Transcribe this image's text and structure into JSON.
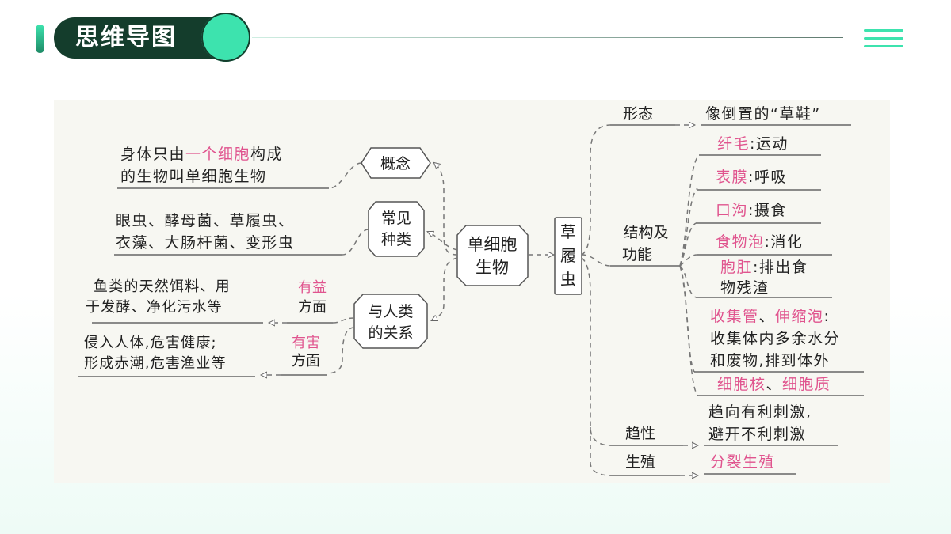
{
  "header": {
    "title": "思维导图"
  },
  "diagram": {
    "center": [
      "单细胞",
      "生物"
    ],
    "left": {
      "concept": {
        "label": "概念",
        "desc": [
          [
            {
              "t": "身体只由"
            },
            {
              "t": "一个细胞",
              "c": "pink"
            },
            {
              "t": "构成"
            }
          ],
          [
            {
              "t": "的生物叫单细胞生物"
            }
          ]
        ]
      },
      "types": {
        "label": [
          "常见",
          "种类"
        ],
        "desc": [
          [
            {
              "t": "眼虫、酵母菌、草履虫、"
            }
          ],
          [
            {
              "t": "衣藻、大肠杆菌、变形虫"
            }
          ]
        ]
      },
      "relation": {
        "label": [
          "与人类",
          "的关系"
        ],
        "good": {
          "label": [
            "有益",
            "方面"
          ],
          "desc": [
            "鱼类的天然饵料、用",
            "于发酵、净化污水等"
          ]
        },
        "bad": {
          "label": [
            "有害",
            "方面"
          ],
          "desc": [
            "侵入人体,危害健康;",
            "形成赤潮,危害渔业等"
          ]
        }
      }
    },
    "right": {
      "node": [
        "草",
        "履",
        "虫"
      ],
      "shape": {
        "label": "形态",
        "desc": "像倒置的“草鞋”"
      },
      "structure": {
        "label": [
          "结构及",
          "功能"
        ],
        "items": [
          [
            {
              "t": "纤毛",
              "c": "pink"
            },
            {
              "t": ":运动"
            }
          ],
          [
            {
              "t": "表膜",
              "c": "pink"
            },
            {
              "t": ":呼吸"
            }
          ],
          [
            {
              "t": "口沟",
              "c": "pink"
            },
            {
              "t": ":摄食"
            }
          ],
          [
            {
              "t": "食物泡",
              "c": "pink"
            },
            {
              "t": ":消化"
            }
          ],
          [
            {
              "t": "胞肛",
              "c": "pink"
            },
            {
              "t": ":排出食"
            }
          ],
          [
            {
              "t": "物残渣"
            }
          ],
          [
            {
              "t": "收集管",
              "c": "pink"
            },
            {
              "t": "、"
            },
            {
              "t": "伸缩泡",
              "c": "pink"
            },
            {
              "t": ":"
            }
          ],
          [
            {
              "t": "收集体内多余水分"
            }
          ],
          [
            {
              "t": "和废物,排到体外"
            }
          ],
          [
            {
              "t": "细胞核",
              "c": "pink"
            },
            {
              "t": "、"
            },
            {
              "t": "细胞质",
              "c": "pink"
            }
          ]
        ]
      },
      "taxis": {
        "label": "趋性",
        "desc": [
          "趋向有利刺激,",
          "避开不利刺激"
        ]
      },
      "reproduction": {
        "label": "生殖",
        "desc": [
          {
            "t": "分裂生殖",
            "c": "pink"
          }
        ]
      }
    }
  }
}
